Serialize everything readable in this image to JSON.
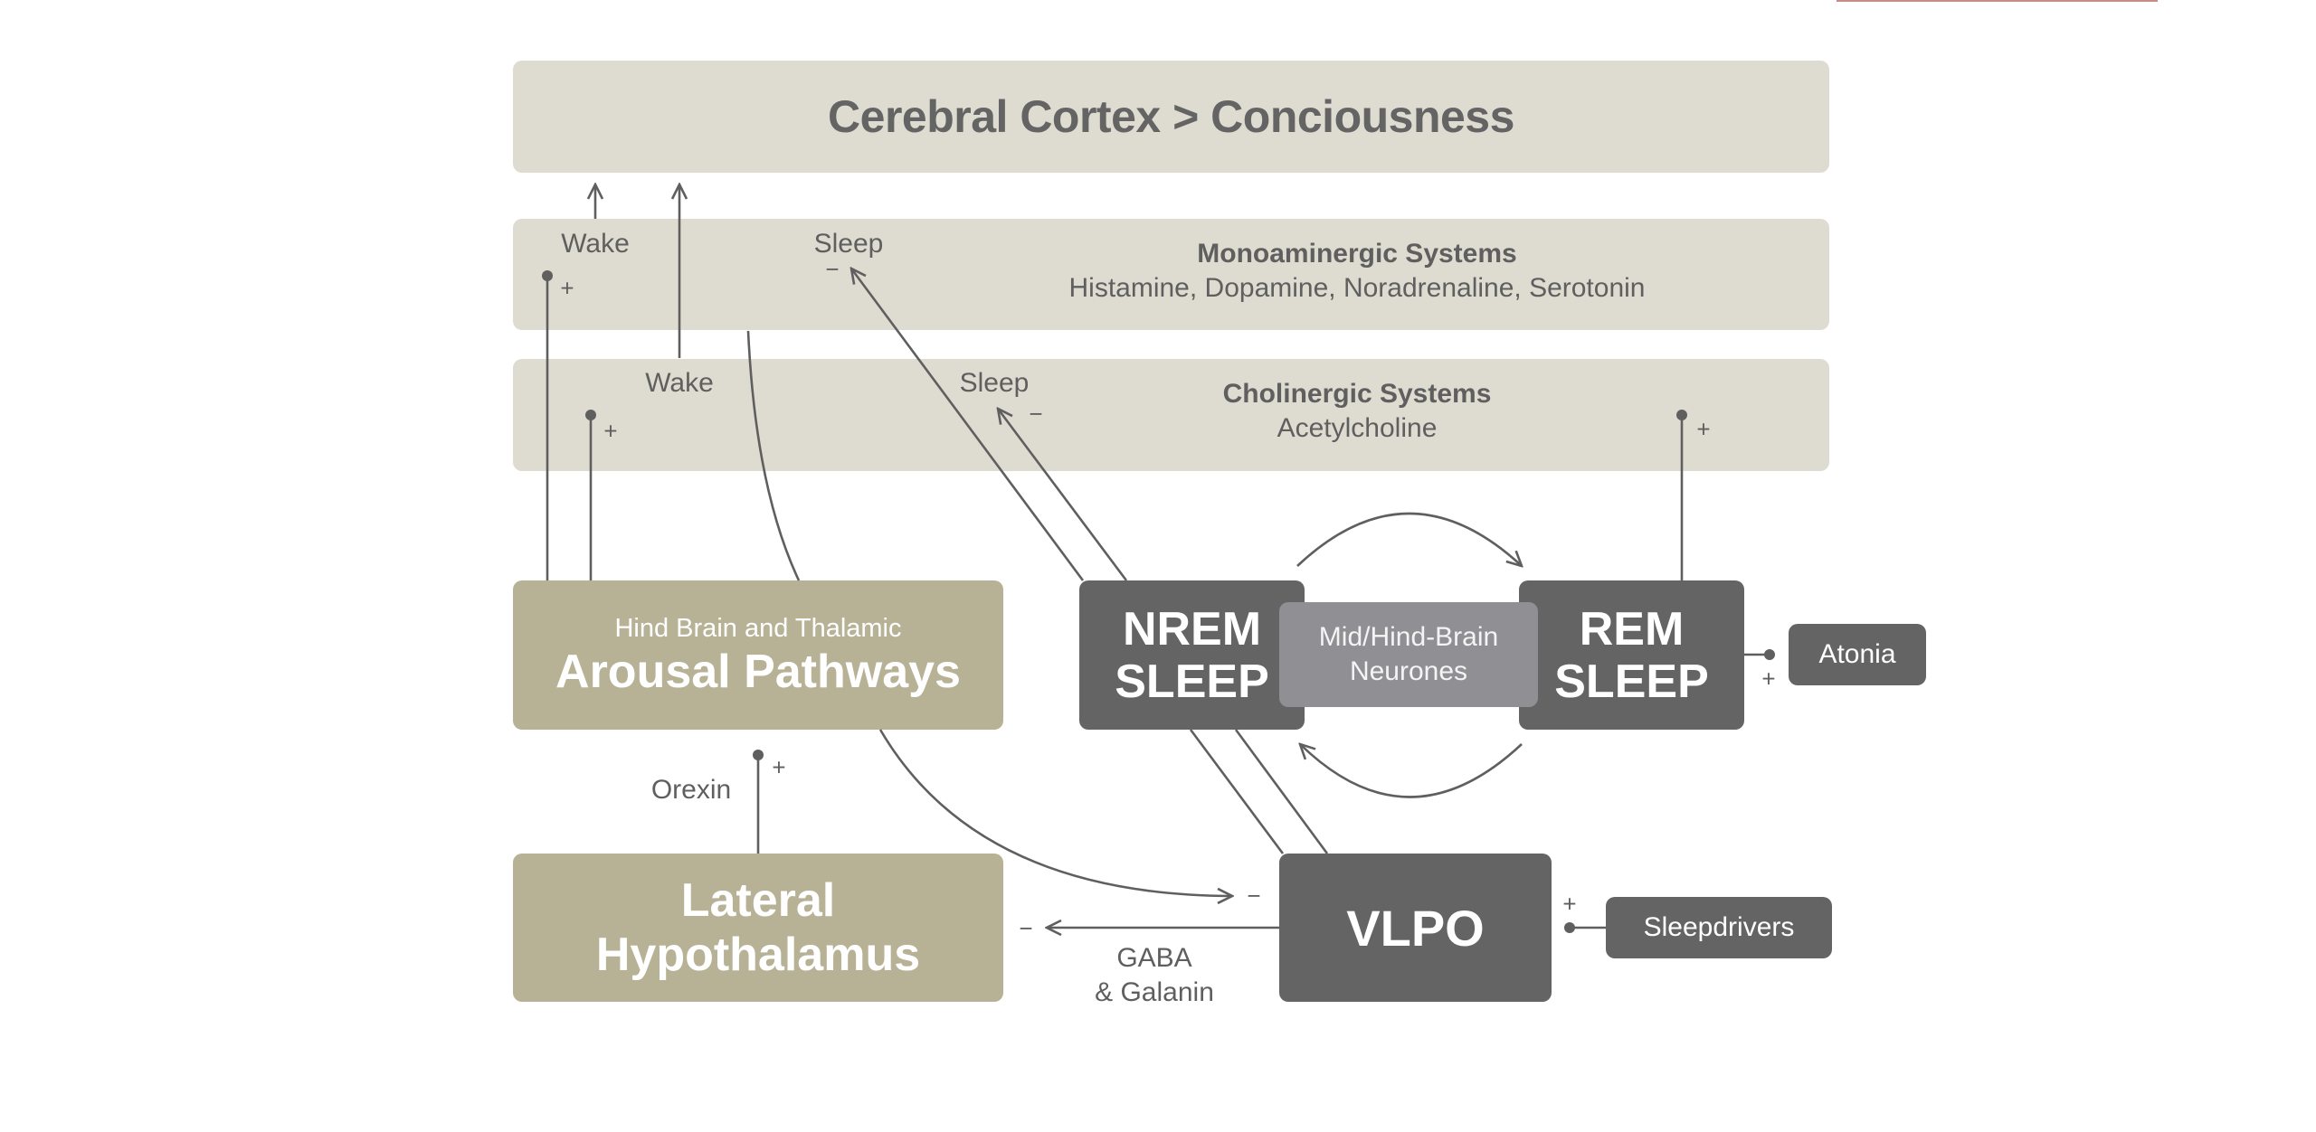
{
  "title": "Cerebral Cortex > Conciousness",
  "colors": {
    "beige_band": "#dedcd0",
    "khaki_box": "#b7b295",
    "dark_box": "#646464",
    "neurone_box": "#909094",
    "line": "#5f5f5f"
  },
  "systems": {
    "monoaminergic": {
      "heading": "Monoaminergic Systems",
      "subtitle": "Histamine, Dopamine, Noradrenaline, Serotonin",
      "wake_label": "Wake",
      "sleep_label": "Sleep"
    },
    "cholinergic": {
      "heading": "Cholinergic Systems",
      "subtitle": "Acetylcholine",
      "wake_label": "Wake",
      "sleep_label": "Sleep"
    }
  },
  "nodes": {
    "arousal": {
      "subtitle": "Hind Brain and Thalamic",
      "title": "Arousal Pathways"
    },
    "nrem": {
      "line1": "NREM",
      "line2": "SLEEP"
    },
    "midhind": {
      "line1": "Mid/Hind-Brain",
      "line2": "Neurones"
    },
    "rem": {
      "line1": "REM",
      "line2": "SLEEP"
    },
    "atonia": {
      "label": "Atonia"
    },
    "lateral_hypothalamus": {
      "line1": "Lateral",
      "line2": "Hypothalamus"
    },
    "vlpo": {
      "label": "VLPO"
    },
    "sleepdrivers": {
      "label": "Sleepdrivers"
    }
  },
  "edge_labels": {
    "orexin": "Orexin",
    "gaba": "GABA",
    "galanin": "& Galanin",
    "plus": "+",
    "minus": "−"
  }
}
